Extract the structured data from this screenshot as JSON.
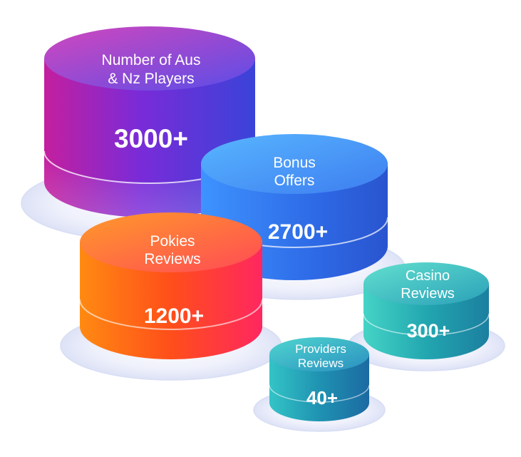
{
  "cylinders": [
    {
      "id": "players",
      "label_line1": "Number of Aus",
      "label_line2": "& Nz Players",
      "value": "3000+"
    },
    {
      "id": "bonus",
      "label_line1": "Bonus",
      "label_line2": "Offers",
      "value": "2700+"
    },
    {
      "id": "pokies",
      "label_line1": "Pokies",
      "label_line2": "Reviews",
      "value": "1200+"
    },
    {
      "id": "casino",
      "label_line1": "Casino",
      "label_line2": "Reviews",
      "value": "300+"
    },
    {
      "id": "providers",
      "label_line1": "Providers",
      "label_line2": "Reviews",
      "value": "40+"
    }
  ],
  "colors": {
    "players": [
      "#c61fa4",
      "#6a2fd8",
      "#3a3fd6"
    ],
    "bonus": [
      "#3aa0ff",
      "#2f6fe8",
      "#2a4fd0"
    ],
    "pokies": [
      "#ff7a10",
      "#ff4a1c",
      "#ff2a5a"
    ],
    "casino": [
      "#47d6c8",
      "#21a9b2",
      "#1b84a2"
    ],
    "providers": [
      "#34c2c8",
      "#1f93b4",
      "#1d6fa6"
    ],
    "base": "#eef0fb"
  }
}
